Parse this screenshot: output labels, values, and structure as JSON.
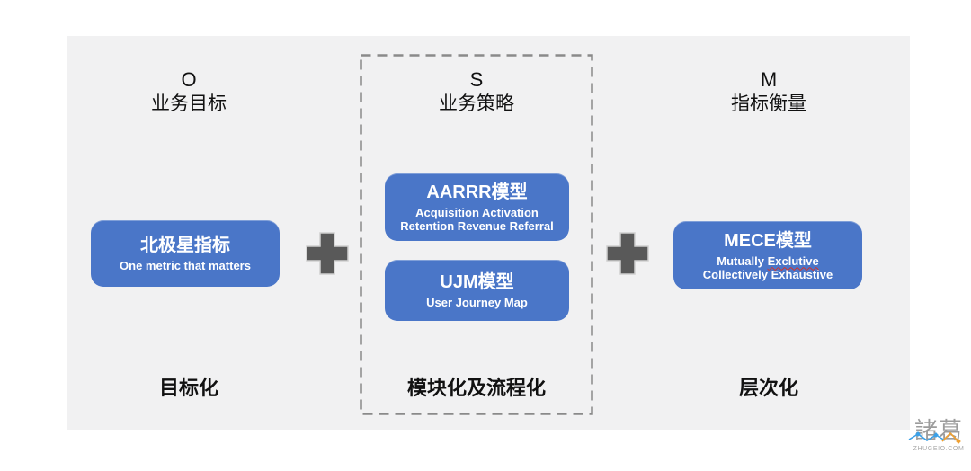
{
  "columns": {
    "o": {
      "letter": "O",
      "title": "业务目标",
      "footer": "目标化"
    },
    "s": {
      "letter": "S",
      "title": "业务策略",
      "footer": "模块化及流程化"
    },
    "m": {
      "letter": "M",
      "title": "指标衡量",
      "footer": "层次化"
    }
  },
  "boxes": {
    "north_star": {
      "title": "北极星指标",
      "subtitle": "One metric that matters"
    },
    "aarrr": {
      "title": "AARRR模型",
      "subtitle_line1": "Acquisition Activation",
      "subtitle_line2": "Retention Revenue Referral"
    },
    "ujm": {
      "title": "UJM模型",
      "subtitle": "User Journey Map"
    },
    "mece": {
      "title": "MECE模型",
      "subtitle_prefix": "Mutually",
      "subtitle_misspelled": "Exclutive",
      "subtitle_line2": "Collectively Exhaustive"
    }
  },
  "icons": {
    "plus": "plus-icon",
    "logo_zigzag": "line-chart-zigzag-icon"
  },
  "watermark": {
    "logo_text": "諸葛",
    "site": "ZHUGEIO.COM"
  },
  "colors": {
    "box_blue": "#4a76c8",
    "panel_bg": "#f1f1f2",
    "plus_gray": "#595959",
    "plus_outline": "#cfcfcf",
    "dashed_border": "#8a8a8a",
    "spellcheck_red": "#d93025",
    "logo_blue": "#3aa0e8",
    "logo_orange": "#f0a030"
  }
}
